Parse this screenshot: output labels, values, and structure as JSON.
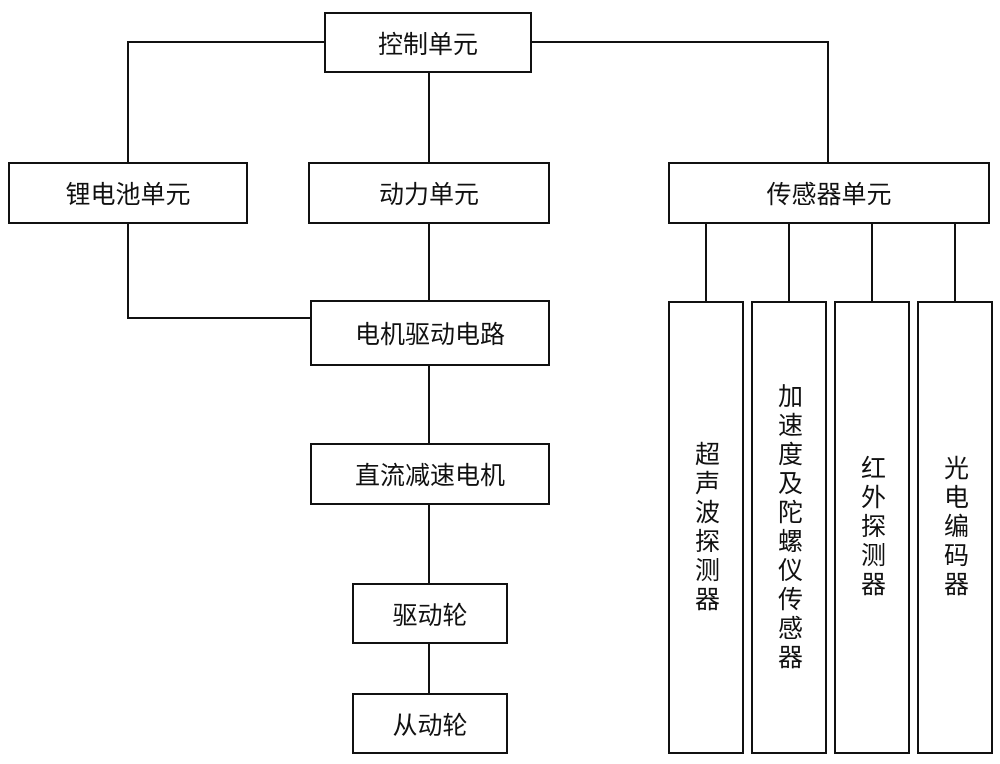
{
  "nodes": {
    "control_unit": "控制单元",
    "battery_unit": "锂电池单元",
    "power_unit": "动力单元",
    "sensor_unit": "传感器单元",
    "motor_drive_circuit": "电机驱动电路",
    "dc_gear_motor": "直流减速电机",
    "drive_wheel": "驱动轮",
    "driven_wheel": "从动轮",
    "ultrasonic_detector": "超声波探测器",
    "accel_gyro_sensor": "加速度及陀螺仪传感器",
    "infrared_detector": "红外探测器",
    "photoelectric_encoder": "光电编码器"
  },
  "colors": {
    "line": "#111111",
    "box_border": "#111111",
    "background": "#ffffff"
  }
}
